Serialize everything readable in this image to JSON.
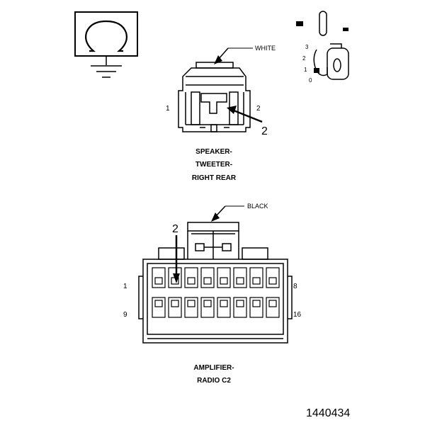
{
  "ground_symbol": {
    "icon": "ohm-ground-icon"
  },
  "ignition_key": {
    "icon": "ignition-key-icon",
    "positions": [
      "3",
      "2",
      "1",
      "0"
    ]
  },
  "speaker_connector": {
    "wire_color": "WHITE",
    "pin_left": "1",
    "pin_right": "2",
    "callout": "2",
    "caption": [
      "SPEAKER-",
      "TWEETER-",
      "RIGHT REAR"
    ]
  },
  "amplifier_connector": {
    "wire_color": "BLACK",
    "callout": "2",
    "pin_top_left": "1",
    "pin_top_right": "8",
    "pin_bottom_left": "9",
    "pin_bottom_right": "16",
    "caption": [
      "AMPLIFIER-",
      "RADIO C2"
    ]
  },
  "figure_number": "1440434"
}
